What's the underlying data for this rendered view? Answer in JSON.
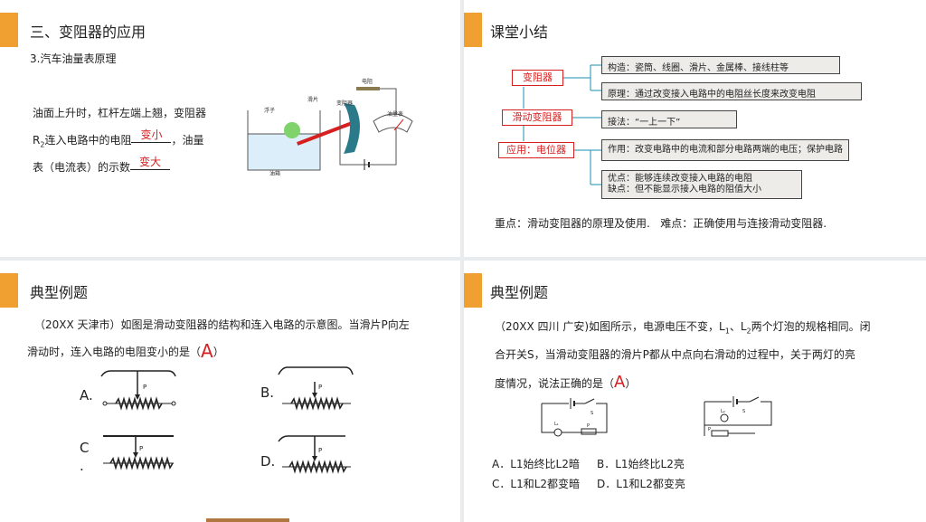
{
  "panel1": {
    "title": "三、变阻器的应用",
    "subtitle": "3.汽车油量表原理",
    "line1": "油面上升时，杠杆左端上翘，变阻器",
    "line2_pre": "R",
    "line2_sub": "2",
    "line2_mid": "连入电路中的电阻",
    "blank1": "变小",
    "line2_post": "，油量",
    "line3_pre": "表（电流表）的示数",
    "blank2": "变大",
    "diagram": {
      "float": "浮子",
      "slide": "滑片",
      "rheostat": "变阻器",
      "resistor": "电阻",
      "gauge": "油量表",
      "tank": "油箱"
    }
  },
  "panel2": {
    "title": "课堂小结",
    "node_root": "变阻器",
    "node_mid": "滑动变阻器",
    "node_app": "应用：电位器",
    "box1": "构造：瓷筒、线圈、滑片、金属棒、接线柱等",
    "box2": "原理：通过改变接入电路中的电阻丝长度来改变电阻",
    "box3": "接法：“一上一下”",
    "box4": "作用：改变电路中的电流和部分电路两端的电压；保护电路",
    "box5a": "优点：能够连续改变接入电路的电阻",
    "box5b": "缺点：但不能显示接入电路的阻值大小",
    "keypoints": "重点：滑动变阻器的原理及使用.   难点：正确使用与连接滑动变阻器."
  },
  "panel3": {
    "title": "典型例题",
    "q1": "（20XX 天津市）如图是滑动变阻器的结构和连入电路的示意图。当滑片P向左",
    "q2": "滑动时，连入电路的电阻变小的是（",
    "answer": "A",
    "q2_end": "）",
    "optA": "A.",
    "optB": "B.",
    "optC": "C",
    "optCdot": ".",
    "optD": "D.",
    "p": "P"
  },
  "panel4": {
    "title": "典型例题",
    "q1_pre": "（20XX 四川 广安)如图所示，电源电压不变，L",
    "q1_s1": "1",
    "q1_mid": "、L",
    "q1_s2": "2",
    "q1_post": "两个灯泡的规格相同。闭",
    "q2": "合开关S，当滑动变阻器的滑片P都从中点向右滑动的过程中，关于两灯的亮",
    "q3": "度情况，说法正确的是（",
    "answer": "A",
    "q3_end": "）",
    "optA": "A．L1始终比L2暗",
    "optB": "B．L1始终比L2亮",
    "optC": "C．L1和L2都变暗",
    "optD": "D．L1和L2都变亮",
    "s_label": "S",
    "l1": "L₁",
    "l2": "L₂",
    "p_label": "P"
  },
  "colors": {
    "accent": "#f0a030",
    "answer_red": "#d62020",
    "summary_line": "#1a8fb0"
  }
}
